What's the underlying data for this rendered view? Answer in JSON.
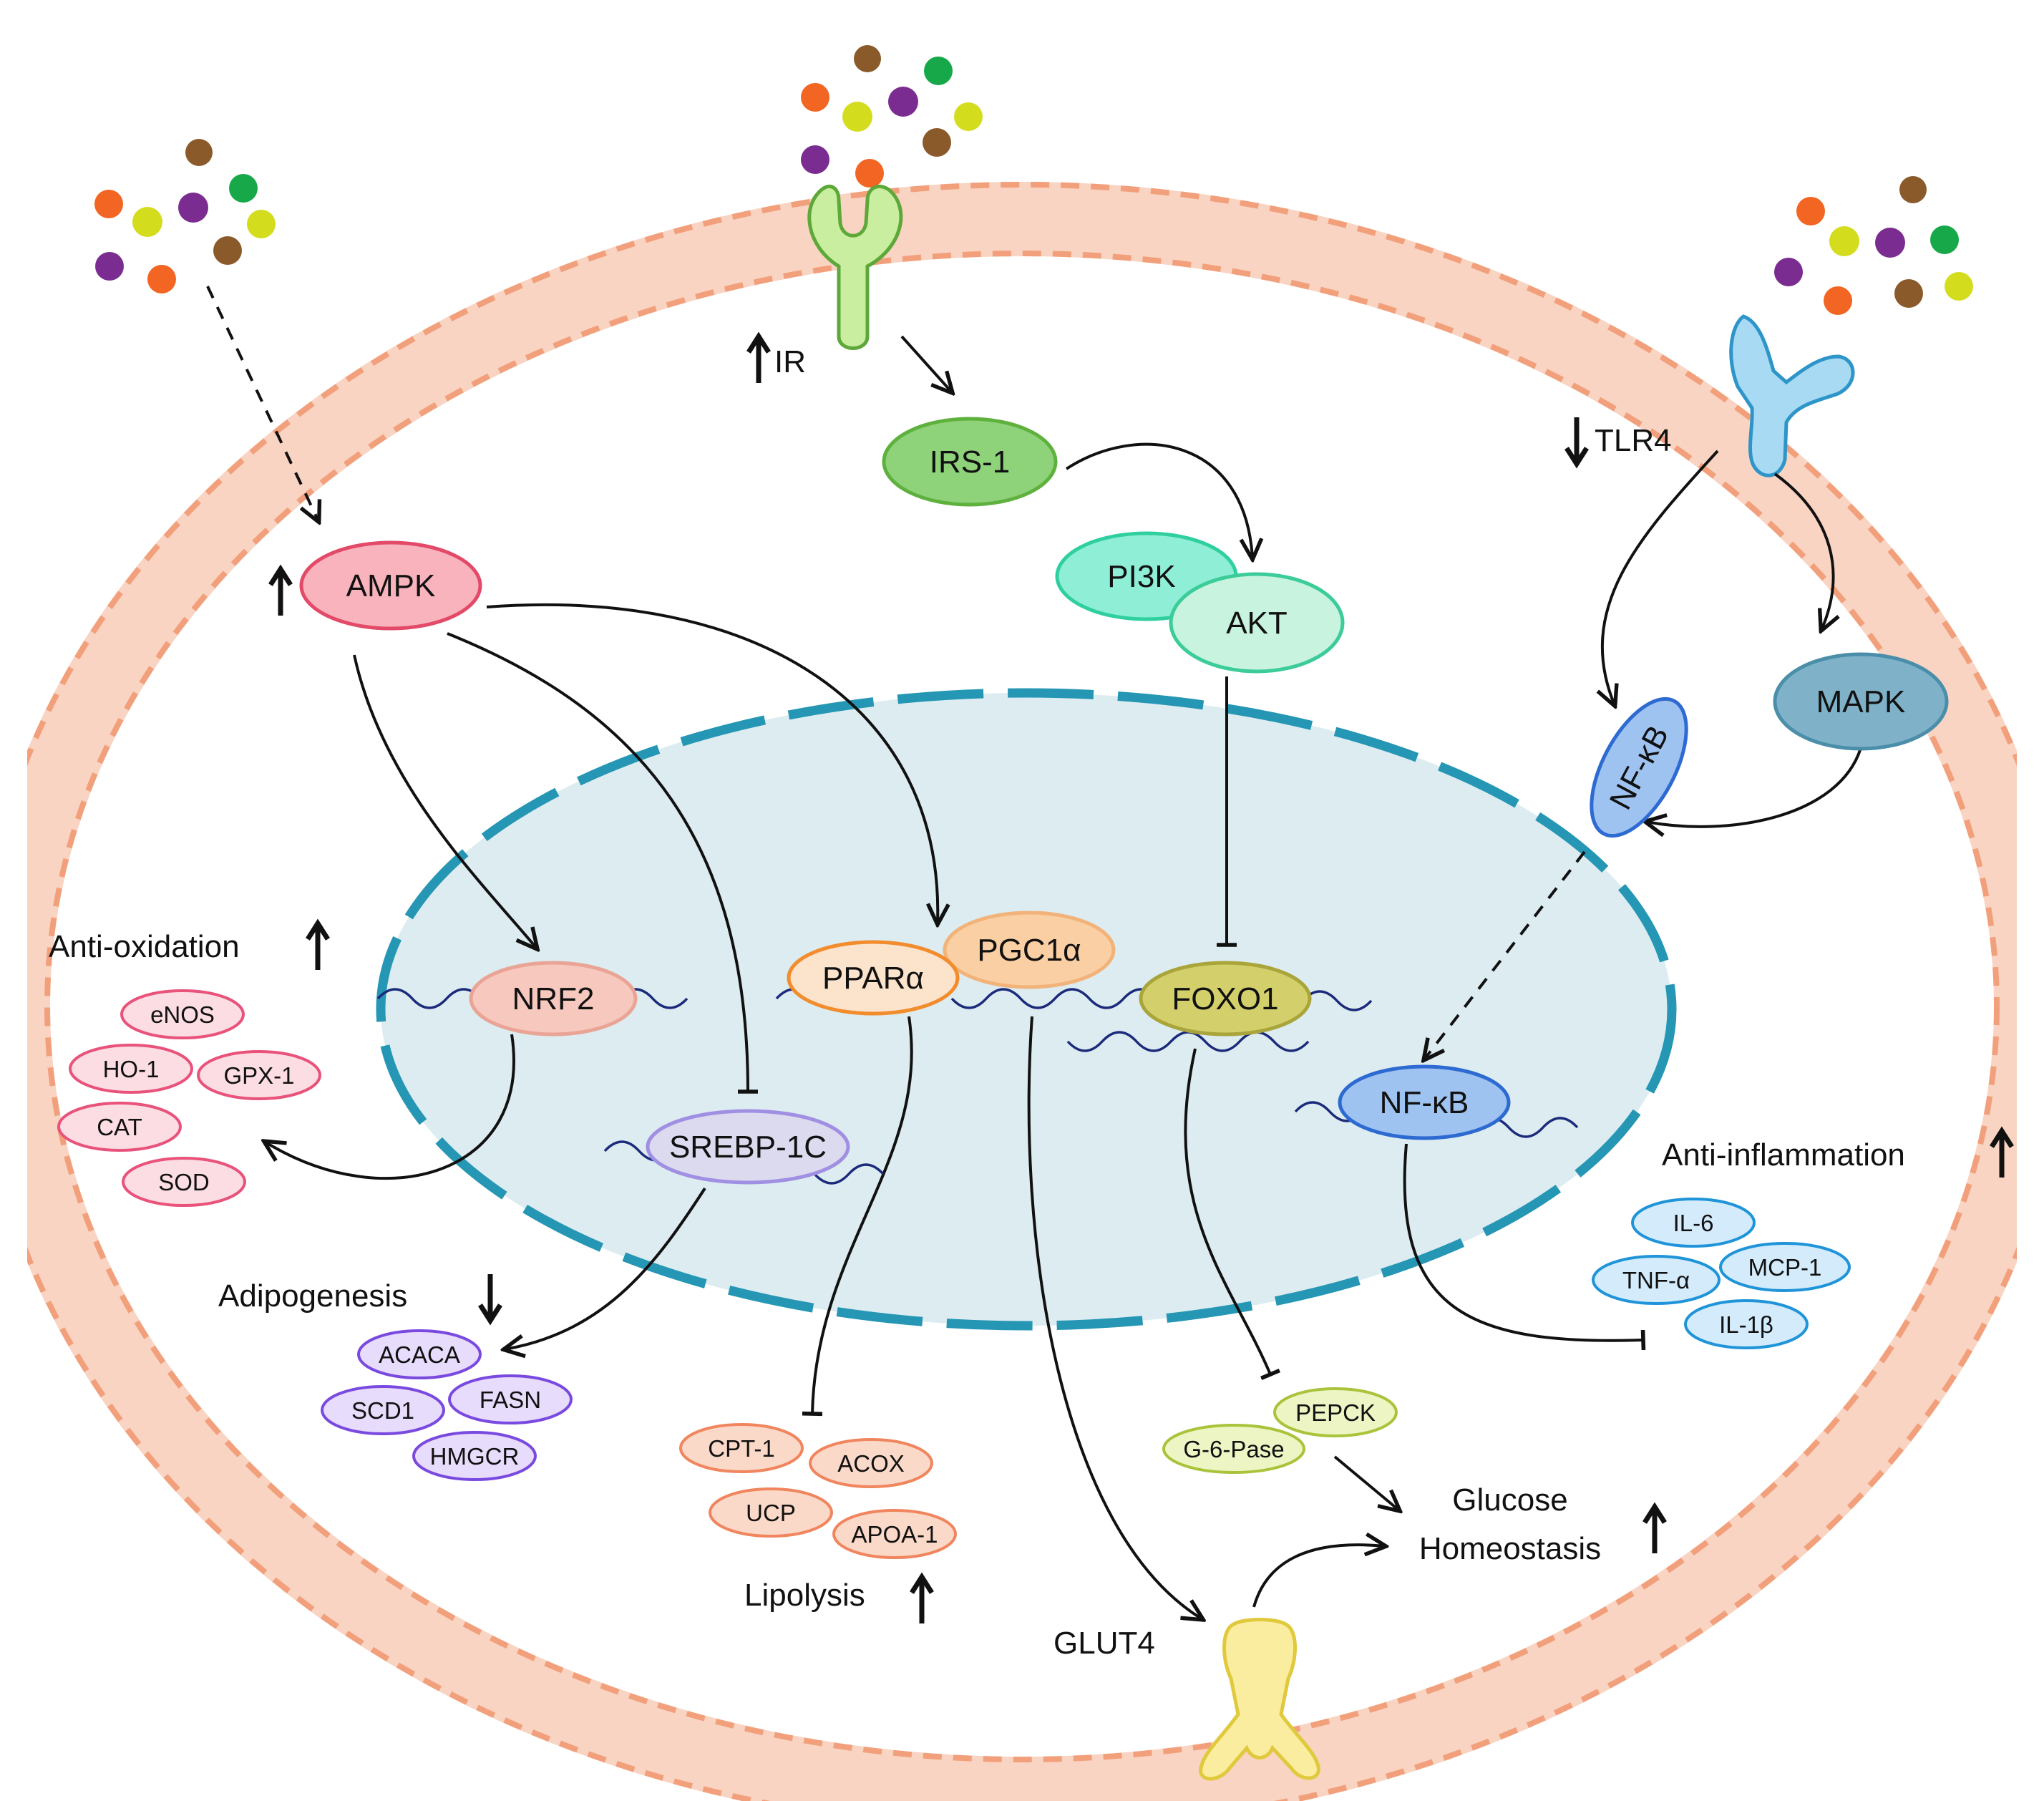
{
  "receptors": {
    "ir": {
      "label": "IR",
      "direction": "up"
    },
    "tlr4": {
      "label": "TLR4",
      "direction": "down"
    },
    "glut4": {
      "label": "GLUT4"
    }
  },
  "nodes": {
    "ampk": "AMPK",
    "irs1": "IRS-1",
    "pi3k": "PI3K",
    "akt": "AKT",
    "mapk": "MAPK",
    "nfkb_cyto": "NF-κB",
    "nfkb_nuc": "NF-κB",
    "nrf2": "NRF2",
    "srebp1c": "SREBP-1C",
    "ppara": "PPARα",
    "pgc1a": "PGC1α",
    "foxo1": "FOXO1"
  },
  "outcomes": {
    "anti_oxidation": {
      "label": "Anti-oxidation",
      "direction": "up"
    },
    "adipogenesis": {
      "label": "Adipogenesis",
      "direction": "down"
    },
    "lipolysis": {
      "label": "Lipolysis",
      "direction": "up"
    },
    "glucose": {
      "line1": "Glucose",
      "line2": "Homeostasis",
      "direction": "up"
    },
    "anti_inflammation": {
      "label": "Anti-inflammation",
      "direction": "up"
    }
  },
  "genes": {
    "antioxidant": [
      "eNOS",
      "HO-1",
      "GPX-1",
      "CAT",
      "SOD"
    ],
    "adipogenic": [
      "ACACA",
      "SCD1",
      "FASN",
      "HMGCR"
    ],
    "lipolytic": [
      "CPT-1",
      "ACOX",
      "UCP",
      "APOA-1"
    ],
    "gluconeogenic": [
      "PEPCK",
      "G-6-Pase"
    ],
    "inflammatory": [
      "IL-6",
      "TNF-α",
      "MCP-1",
      "IL-1β"
    ]
  },
  "colors": {
    "membrane": "#f9d4c2",
    "membrane_dash": "#f2a07c",
    "nucleus_fill": "#dcecf0",
    "nucleus_border": "#2596b4",
    "ampk": "#f8b3bd",
    "irs1": "#8ed27a",
    "pi3k": "#8fefd6",
    "akt": "#c7f3df",
    "mapk": "#7fb2c9",
    "nfkb": "#9fc3f0",
    "nrf2": "#f7c8bd",
    "srebp": "#dcdaee",
    "ppara": "#fbe3cc",
    "pgc1a": "#f9cfa3",
    "foxo1": "#d3d06c",
    "ir_receptor": "#c9ee9f",
    "tlr4_receptor": "#a8daf4",
    "glut4_receptor": "#fbeda0"
  }
}
